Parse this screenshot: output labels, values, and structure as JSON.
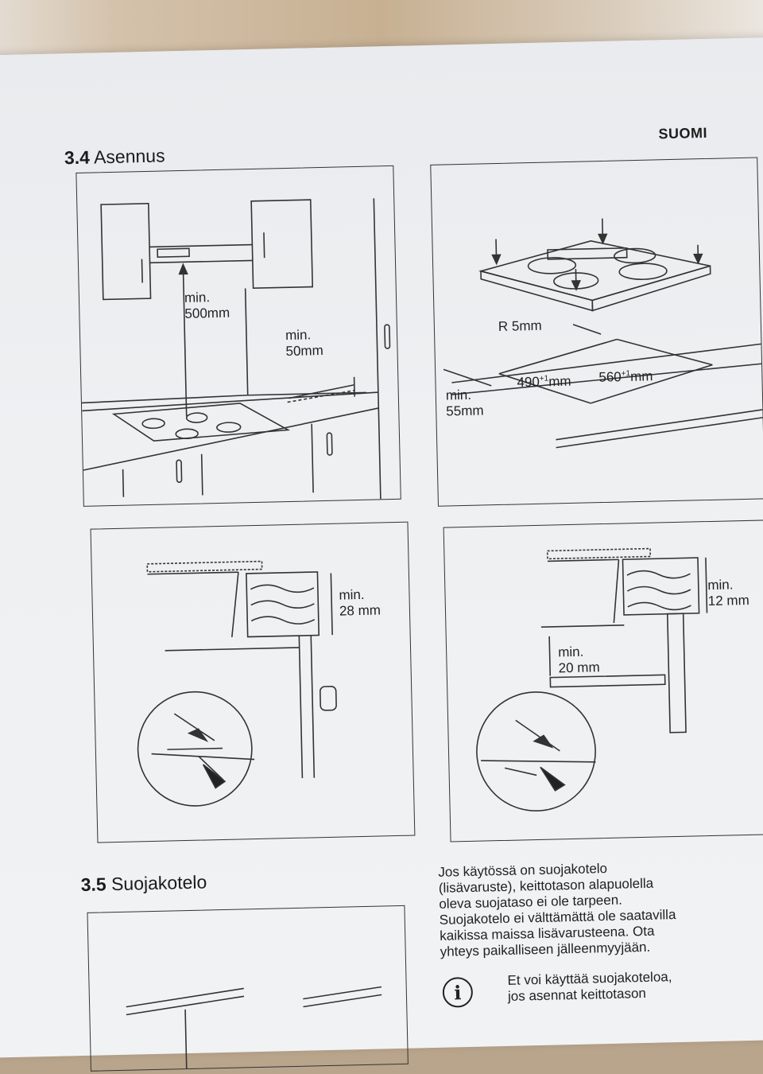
{
  "page": {
    "language": "SUOMI"
  },
  "section_34": {
    "number": "3.4",
    "title": "Asennus"
  },
  "fig1": {
    "label_hood_1": "min.",
    "label_hood_2": "500mm",
    "label_side_1": "min.",
    "label_side_2": "50mm"
  },
  "fig2": {
    "label_radius": "R 5mm",
    "label_front_1": "min.",
    "label_front_2": "55mm",
    "label_depth": "490",
    "label_depth_sup": "+1",
    "label_depth_unit": "mm",
    "label_width": "560",
    "label_width_sup": "+1",
    "label_width_unit": "mm"
  },
  "fig3": {
    "label_1": "min.",
    "label_2": "28 mm"
  },
  "fig4": {
    "label_top_1": "min.",
    "label_top_2": "12 mm",
    "label_bottom_1": "min.",
    "label_bottom_2": "20 mm"
  },
  "section_35": {
    "number": "3.5",
    "title": "Suojakotelo",
    "paragraph_lines": [
      "Jos käytössä on suojakotelo",
      "(lisävaruste), keittotason alapuolella",
      "oleva suojataso ei ole tarpeen.",
      "Suojakotelo ei välttämättä ole saatavilla",
      "kaikissa maissa lisävarusteena. Ota",
      "yhteys paikalliseen jälleenmyyjään."
    ],
    "info_icon": "info-icon",
    "info_glyph": "i",
    "info_lines": [
      "Et voi käyttää suojakoteloa,",
      "jos asennat keittotason"
    ]
  }
}
